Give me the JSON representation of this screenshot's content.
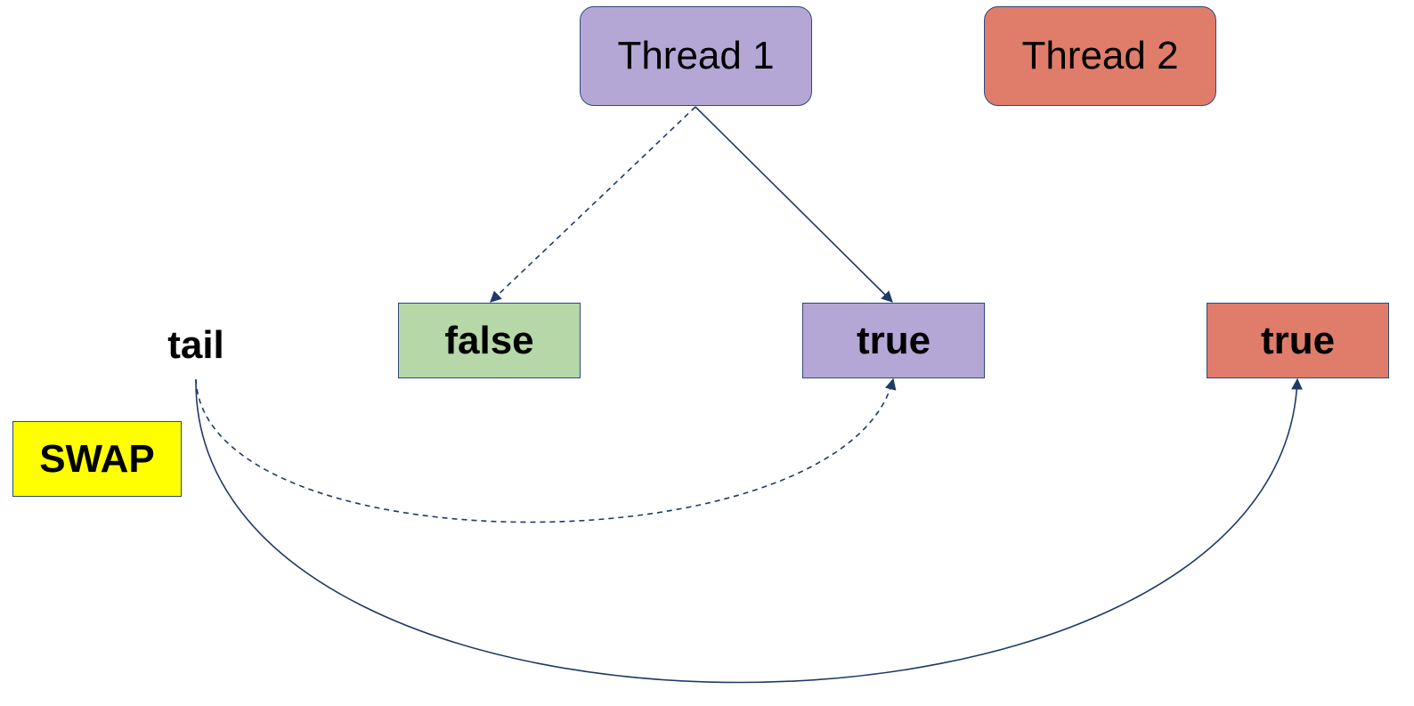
{
  "threads": [
    {
      "label": "Thread 1",
      "color": "#b4a7d6"
    },
    {
      "label": "Thread 2",
      "color": "#e07c6a"
    }
  ],
  "flags": [
    {
      "label": "false",
      "color": "#b6d7a8"
    },
    {
      "label": "true",
      "color": "#b4a7d6"
    },
    {
      "label": "true",
      "color": "#e07c6a"
    }
  ],
  "tail": {
    "label": "tail"
  },
  "operation": {
    "label": "SWAP",
    "color": "#ffff00"
  },
  "edges": [
    {
      "from": "Thread 1",
      "to": "false",
      "style": "dashed"
    },
    {
      "from": "Thread 1",
      "to": "true (purple)",
      "style": "solid"
    },
    {
      "from": "tail",
      "to": "true (purple)",
      "style": "dashed"
    },
    {
      "from": "tail",
      "to": "true (red)",
      "style": "solid"
    }
  ],
  "edge_color": "#1f3a66"
}
